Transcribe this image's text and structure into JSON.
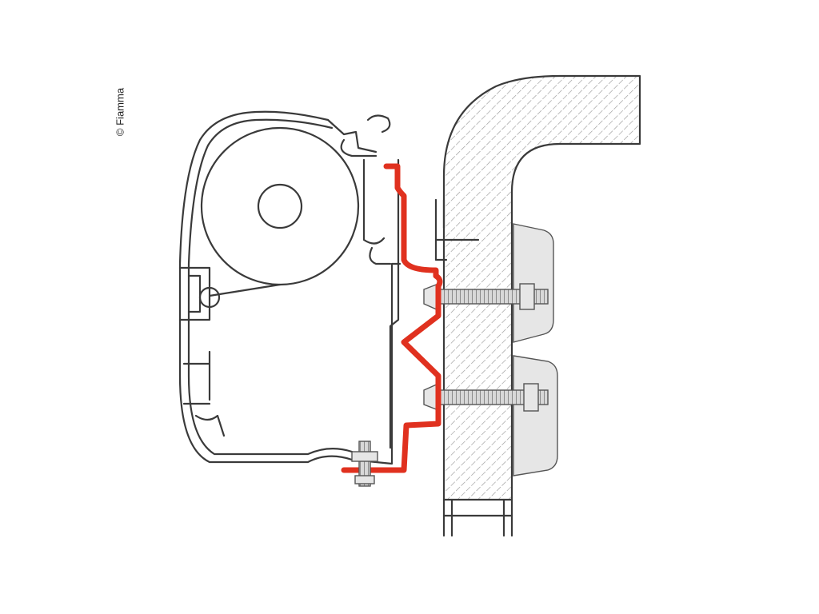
{
  "copyright": "© Fiamma",
  "colors": {
    "adapter_bracket": "#e0311f",
    "outline": "#3a3a3a",
    "hatch": "#9a9a9a",
    "background": "#ffffff"
  },
  "parts": {
    "awning_case": "awning-cassette-profile",
    "fabric_roller": "fabric-roller",
    "adapter": "red-adapter-bracket",
    "vehicle_wall": "hatched-vehicle-wall-section",
    "bolts": "wall-mounting-bolts",
    "bottom_screw": "bottom-fixing-screw"
  }
}
